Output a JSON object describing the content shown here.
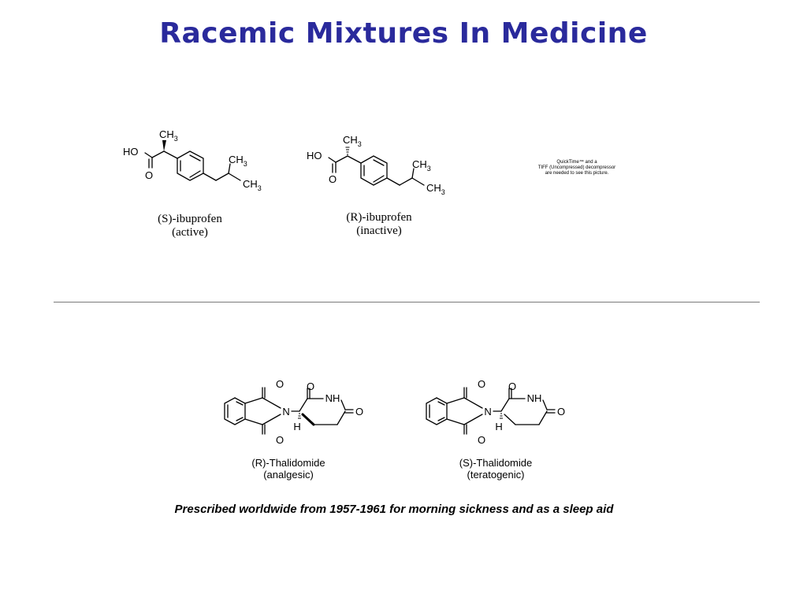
{
  "slide": {
    "title": "Racemic Mixtures In Medicine",
    "footer_note": "Prescribed worldwide from 1957-1961 for morning sickness and as a sleep aid",
    "placeholder_lines": [
      "QuickTime™ and a",
      "TIFF (Uncompressed) decompressor",
      "are needed to see this picture."
    ]
  },
  "molecules": {
    "s_ibuprofen": {
      "name": "(S)-ibuprofen",
      "note": "(active)"
    },
    "r_ibuprofen": {
      "name": "(R)-ibuprofen",
      "note": "(inactive)"
    },
    "r_thalidomide": {
      "name": "(R)-Thalidomide",
      "note": "(analgesic)"
    },
    "s_thalidomide": {
      "name": "(S)-Thalidomide",
      "note": "(teratogenic)"
    }
  },
  "atom_labels": {
    "ch3": "CH",
    "sub3": "3",
    "ho": "HO",
    "o": "O",
    "n": "N",
    "nh": "NH",
    "h": "H"
  }
}
